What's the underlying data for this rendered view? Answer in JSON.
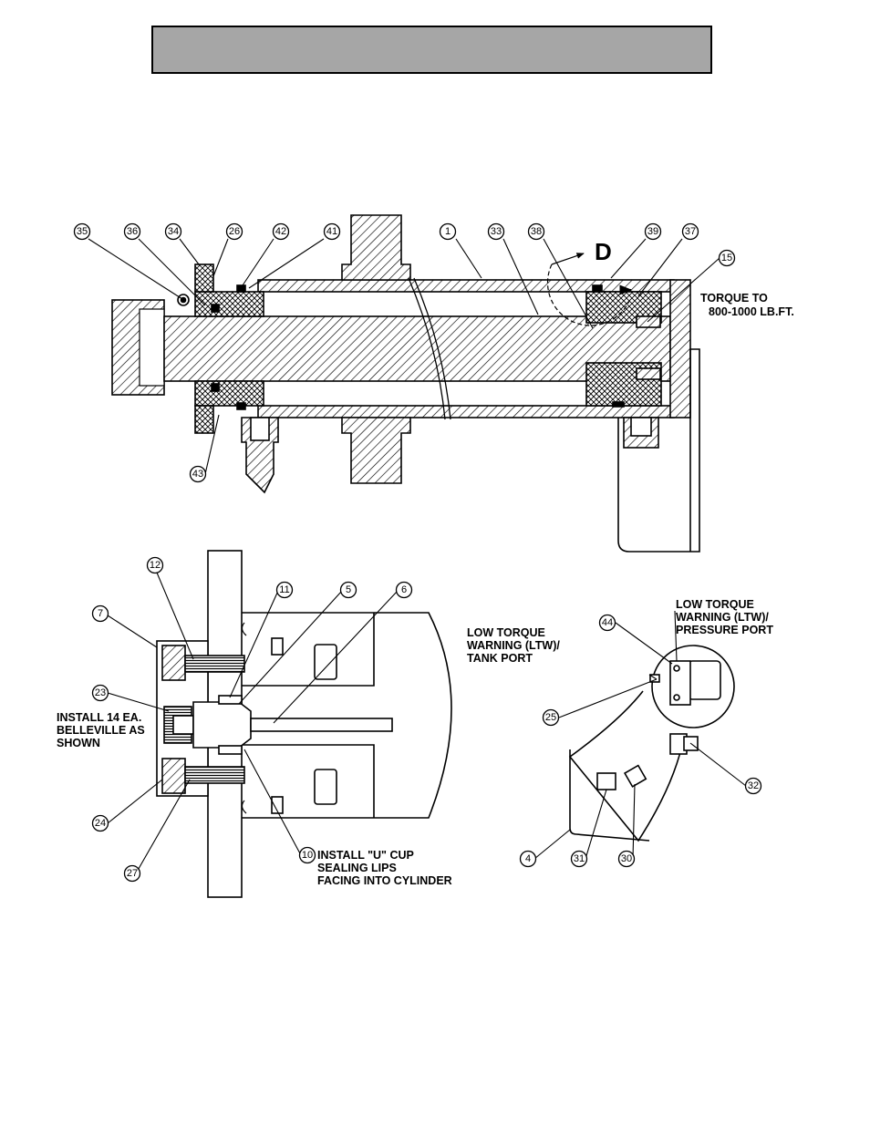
{
  "header": {
    "title": ""
  },
  "callouts": [
    {
      "id": "c35",
      "label": "35"
    },
    {
      "id": "c36",
      "label": "36"
    },
    {
      "id": "c34",
      "label": "34"
    },
    {
      "id": "c26",
      "label": "26"
    },
    {
      "id": "c42",
      "label": "42"
    },
    {
      "id": "c41",
      "label": "41"
    },
    {
      "id": "c1",
      "label": "1"
    },
    {
      "id": "c33",
      "label": "33"
    },
    {
      "id": "c38",
      "label": "38"
    },
    {
      "id": "c39",
      "label": "39"
    },
    {
      "id": "c37",
      "label": "37"
    },
    {
      "id": "c15",
      "label": "15"
    },
    {
      "id": "c43",
      "label": "43"
    },
    {
      "id": "c12",
      "label": "12"
    },
    {
      "id": "c11",
      "label": "11"
    },
    {
      "id": "c5",
      "label": "5"
    },
    {
      "id": "c6",
      "label": "6"
    },
    {
      "id": "c7",
      "label": "7"
    },
    {
      "id": "c23",
      "label": "23"
    },
    {
      "id": "c24",
      "label": "24"
    },
    {
      "id": "c27",
      "label": "27"
    },
    {
      "id": "c10",
      "label": "10"
    },
    {
      "id": "c44",
      "label": "44"
    },
    {
      "id": "c25",
      "label": "25"
    },
    {
      "id": "c32",
      "label": "32"
    },
    {
      "id": "c4",
      "label": "4"
    },
    {
      "id": "c31",
      "label": "31"
    },
    {
      "id": "c30",
      "label": "30"
    }
  ],
  "detail_marker": "D",
  "notes": {
    "torque_line1": "TORQUE TO",
    "torque_line2": "800-1000 LB.FT.",
    "belleville_line1": "INSTALL 14 EA.",
    "belleville_line2": "BELLEVILLE AS",
    "belleville_line3": "SHOWN",
    "ucup_line1": "INSTALL \"U\" CUP",
    "ucup_line2": "SEALING LIPS",
    "ucup_line3": "FACING INTO CYLINDER",
    "ltw_pressure_line1": "LOW TORQUE",
    "ltw_pressure_line2": "WARNING (LTW)/",
    "ltw_pressure_line3": "PRESSURE PORT",
    "ltw_tank_line1": "LOW TORQUE",
    "ltw_tank_line2": "WARNING (LTW)/",
    "ltw_tank_line3": "TANK PORT"
  }
}
